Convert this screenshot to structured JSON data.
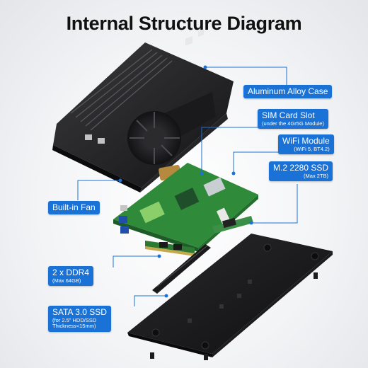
{
  "title": "Internal Structure Diagram",
  "callouts": {
    "case": {
      "label": "Aluminum Alloy Case"
    },
    "sim": {
      "label": "SIM Card Slot",
      "note": "(under the 4Gr5G Module)"
    },
    "wifi": {
      "label": "WiFi Module",
      "note": "(WiFi 5, BT4.2)"
    },
    "ssd": {
      "label": "M.2 2280 SSD",
      "note": "(Max 2TB)"
    },
    "fan": {
      "label": "Built-in Fan"
    },
    "ram": {
      "label": "2 x DDR4",
      "note": "(Max 64GB)"
    },
    "sata": {
      "label": "SATA 3.0 SSD",
      "note_lines": [
        "(for 2.5\" HDD/SSD",
        "Thickness<15mm)"
      ]
    }
  },
  "colors": {
    "accent": "#1a72d6",
    "pcb": "#2f8a3a",
    "case": "#1c1c1e"
  }
}
